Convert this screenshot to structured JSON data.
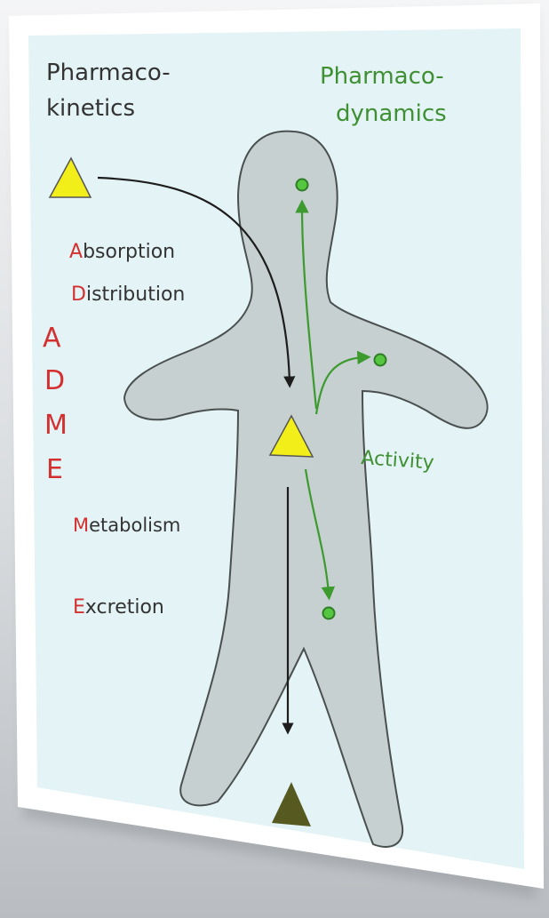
{
  "pharmacokinetics": {
    "line1": "Pharmaco-",
    "line2": "kinetics"
  },
  "pharmacodynamics": {
    "line1": "Pharmaco-",
    "line2": "dynamics"
  },
  "adme_acronym": [
    "A",
    "D",
    "M",
    "E"
  ],
  "adme_terms": [
    {
      "initial": "A",
      "rest": "bsorption"
    },
    {
      "initial": "D",
      "rest": "istribution"
    },
    {
      "initial": "M",
      "rest": "etabolism"
    },
    {
      "initial": "E",
      "rest": "xcretion"
    }
  ],
  "activity_label": "Activity",
  "colors": {
    "page": "#ffffff",
    "panel": "#e4f3f5",
    "body": "#c6d0d0",
    "body_stroke": "#4a4f4f",
    "drug": "#f2ee1a",
    "excreted_drug": "#575a20",
    "arrow_black": "#1d1d1d",
    "arrow_green": "#3c9a2e",
    "adme_red": "#d43030",
    "kinetics_text": "#333333",
    "dynamics_text": "#3f8f33"
  },
  "icons": {
    "drug": "yellow-triangle",
    "receptor": "green-dot",
    "excreted": "dark-olive-triangle"
  }
}
